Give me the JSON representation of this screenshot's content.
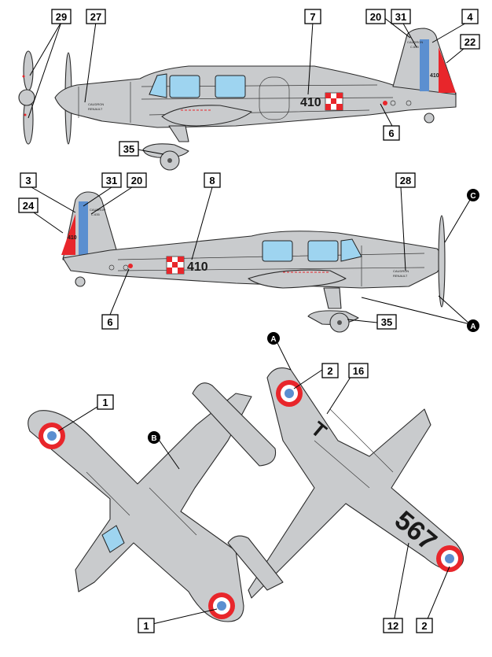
{
  "callouts": {
    "c1a": "1",
    "c1b": "1",
    "c2a": "2",
    "c2b": "2",
    "c3": "3",
    "c4": "4",
    "c6a": "6",
    "c6b": "6",
    "c7": "7",
    "c8": "8",
    "c12": "12",
    "c16": "16",
    "c20a": "20",
    "c20b": "20",
    "c22": "22",
    "c24": "24",
    "c27": "27",
    "c28": "28",
    "c29": "29",
    "c31a": "31",
    "c31b": "31",
    "c35a": "35",
    "c35b": "35"
  },
  "letters": {
    "a1": "A",
    "a2": "A",
    "b": "B",
    "c": "C"
  },
  "aircraft": {
    "side_code": "410",
    "side_code_rudder": "410",
    "underside_code": "567",
    "wing_letter": "T",
    "maker_tail": "CAUDRON",
    "model_tail": "C.635",
    "maker_nose": "CAUDRON",
    "maker_nose_sub": "RENAULT"
  },
  "colors": {
    "airframe": "#c9cbcd",
    "french_blue": "#5b8fd0",
    "french_red": "#e8262b",
    "window": "#9ed4f0"
  }
}
